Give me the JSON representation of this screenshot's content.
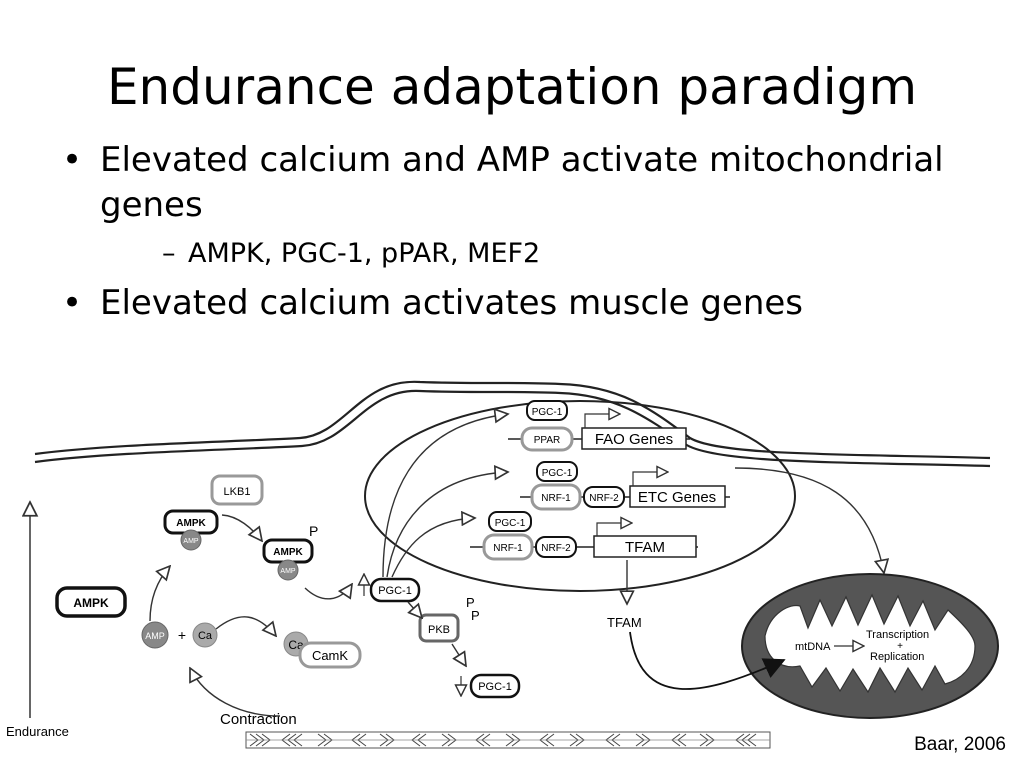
{
  "title": "Endurance adaptation paradigm",
  "bullets": [
    {
      "text": "Elevated calcium and AMP activate mitochondrial genes",
      "sub": [
        "AMPK, PGC-1, pPAR, MEF2"
      ]
    },
    {
      "text": "Elevated calcium activates muscle genes",
      "sub": []
    }
  ],
  "diagram": {
    "nodes": {
      "ampk_left": "AMPK",
      "ampk_bound": "AMPK",
      "amp_bound": "AMP",
      "lkb1": "LKB1",
      "ampk_phos": "AMPK",
      "amp_phos": "AMP",
      "phos_label_p": "P",
      "amp_circle": "AMP",
      "plus": "+",
      "ca_circle": "Ca",
      "ca_camk": "Ca",
      "camk": "CamK",
      "pgc1_center": "PGC-1",
      "pkb": "PKB",
      "pkb_p1": "P",
      "pkb_p2": "P",
      "pgc1_bottom": "PGC-1",
      "contraction": "Contraction",
      "endurance": "Endurance"
    },
    "nucleus": {
      "row1": {
        "pgc1": "PGC-1",
        "factor": "PPAR",
        "gene": "FAO Genes"
      },
      "row2": {
        "pgc1": "PGC-1",
        "factor1": "NRF-1",
        "factor2": "NRF-2",
        "gene": "ETC Genes"
      },
      "row3": {
        "pgc1": "PGC-1",
        "factor1": "NRF-1",
        "factor2": "NRF-2",
        "gene": "TFAM"
      },
      "tfam_out": "TFAM"
    },
    "mitochondrion": {
      "mtdna": "mtDNA",
      "transcription": "Transcription",
      "plus": "+",
      "replication": "Replication"
    }
  },
  "citation": "Baar, 2006"
}
